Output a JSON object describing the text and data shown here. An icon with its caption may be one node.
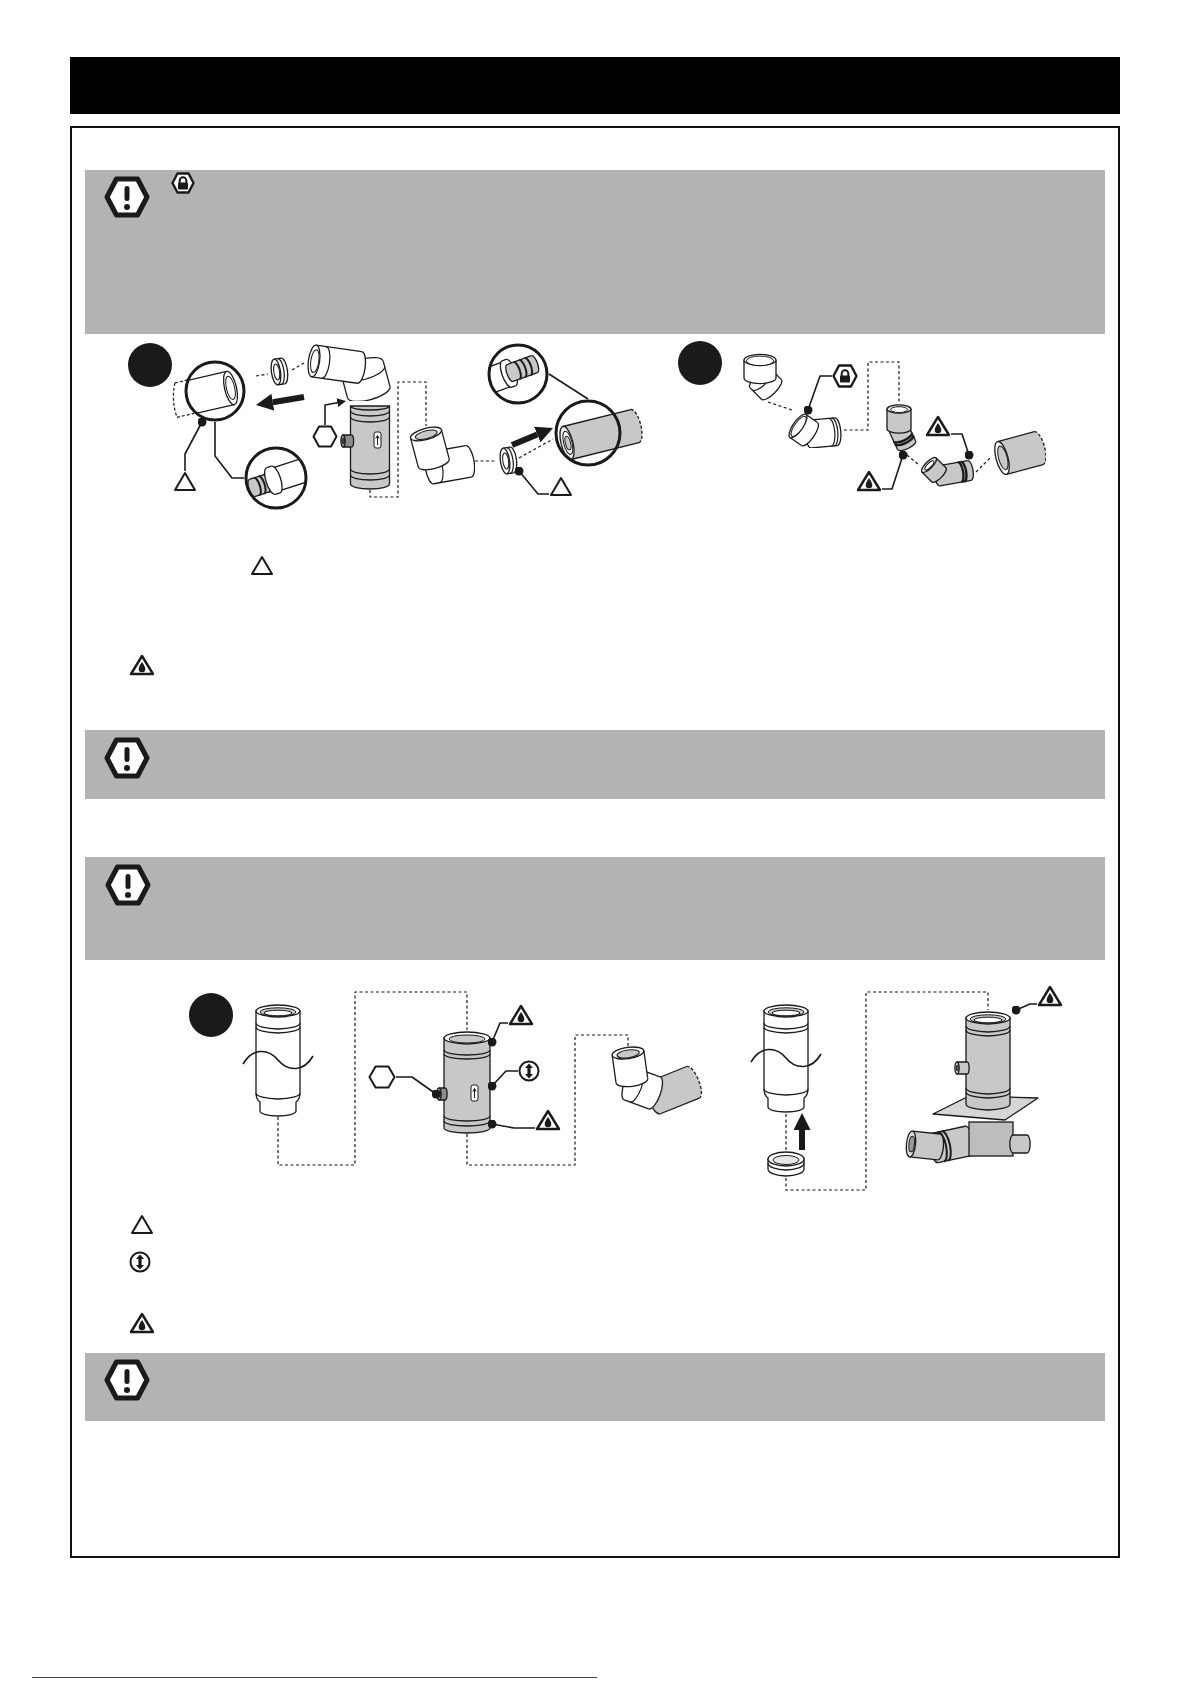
{
  "diagram": {
    "nodes": [
      {
        "text": [],
        "shape": "picture"
      },
      {
        "text": [],
        "shape": "triangle"
      },
      {
        "text": [],
        "shape": "picture"
      },
      {
        "text": [],
        "shape": "picture"
      },
      {
        "text": [],
        "shape": "picture"
      },
      {
        "text": [],
        "shape": "hexagon"
      },
      {
        "text": [],
        "shape": "picture"
      },
      {
        "text": [],
        "shape": "picture"
      },
      {
        "text": [],
        "shape": "picture"
      },
      {
        "text": [],
        "shape": "picture"
      },
      {
        "text": [],
        "shape": "triangle"
      },
      {
        "text": [],
        "shape": "picture"
      },
      {
        "text": [],
        "shape": "picture"
      },
      {
        "text": [],
        "shape": "picture"
      },
      {
        "text": [],
        "shape": "picture"
      },
      {
        "text": [],
        "shape": "picture"
      },
      {
        "text": [],
        "shape": "picture"
      },
      {
        "text": [],
        "shape": "picture"
      },
      {
        "text": [],
        "shape": "picture"
      },
      {
        "text": [],
        "shape": "picture"
      },
      {
        "text": [],
        "shape": "picture"
      },
      {
        "text": [],
        "shape": "hexagon"
      },
      {
        "text": [],
        "shape": "picture"
      },
      {
        "text": [],
        "shape": "picture"
      },
      {
        "text": [],
        "shape": "picture"
      },
      {
        "text": [],
        "shape": "picture"
      },
      {
        "text": [],
        "shape": "picture"
      },
      {
        "text": [],
        "shape": "picture"
      },
      {
        "text": [],
        "shape": "picture"
      },
      {
        "text": [],
        "shape": "picture"
      },
      {
        "text": [],
        "shape": "picture"
      }
    ],
    "edges": [
      {
        "from": 0,
        "to": 2,
        "arrow": "none"
      },
      {
        "from": 1,
        "to": 0,
        "arrow": "other"
      },
      {
        "from": 0,
        "to": 3,
        "arrow": "none",
        "style": "dashed"
      },
      {
        "from": 3,
        "to": 4,
        "arrow": "none",
        "style": "dashed"
      },
      {
        "from": 5,
        "to": 4,
        "arrow": "to"
      },
      {
        "from": 6,
        "to": 7,
        "arrow": "none",
        "style": "dashed"
      },
      {
        "from": 7,
        "to": 9,
        "arrow": "none",
        "style": "dashed"
      },
      {
        "from": 9,
        "to": 11,
        "arrow": "none",
        "style": "dashed"
      },
      {
        "from": 10,
        "to": 9,
        "arrow": "other"
      },
      {
        "from": 11,
        "to": 8,
        "arrow": "none"
      },
      {
        "from": 12,
        "to": 13,
        "arrow": "none",
        "style": "dashed"
      },
      {
        "from": 14,
        "to": 13,
        "arrow": "other"
      },
      {
        "from": 13,
        "to": 16,
        "arrow": "none",
        "style": "dashed"
      },
      {
        "from": 16,
        "to": 17,
        "arrow": "none",
        "style": "dashed"
      },
      {
        "from": 17,
        "to": 19,
        "arrow": "none",
        "style": "dashed"
      },
      {
        "from": 18,
        "to": 17,
        "arrow": "other"
      },
      {
        "from": 15,
        "to": 16,
        "arrow": "other"
      },
      {
        "from": 20,
        "to": 22,
        "arrow": "none",
        "style": "dashed"
      },
      {
        "from": 21,
        "to": 22,
        "arrow": "other"
      },
      {
        "from": 23,
        "to": 22,
        "arrow": "other"
      },
      {
        "from": 24,
        "to": 22,
        "arrow": "other"
      },
      {
        "from": 25,
        "to": 22,
        "arrow": "other"
      },
      {
        "from": 22,
        "to": 26,
        "arrow": "none",
        "style": "dashed"
      },
      {
        "from": 28,
        "to": 27,
        "arrow": "none",
        "style": "dashed"
      },
      {
        "from": 28,
        "to": 29,
        "arrow": "none",
        "style": "dashed"
      },
      {
        "from": 30,
        "to": 29,
        "arrow": "other"
      },
      {
        "from": 4,
        "to": 0,
        "arrow": "to",
        "style": "thick"
      },
      {
        "from": 9,
        "to": 11,
        "arrow": "to",
        "style": "thick"
      },
      {
        "from": 28,
        "to": 27,
        "arrow": "to",
        "style": "thick"
      }
    ]
  }
}
